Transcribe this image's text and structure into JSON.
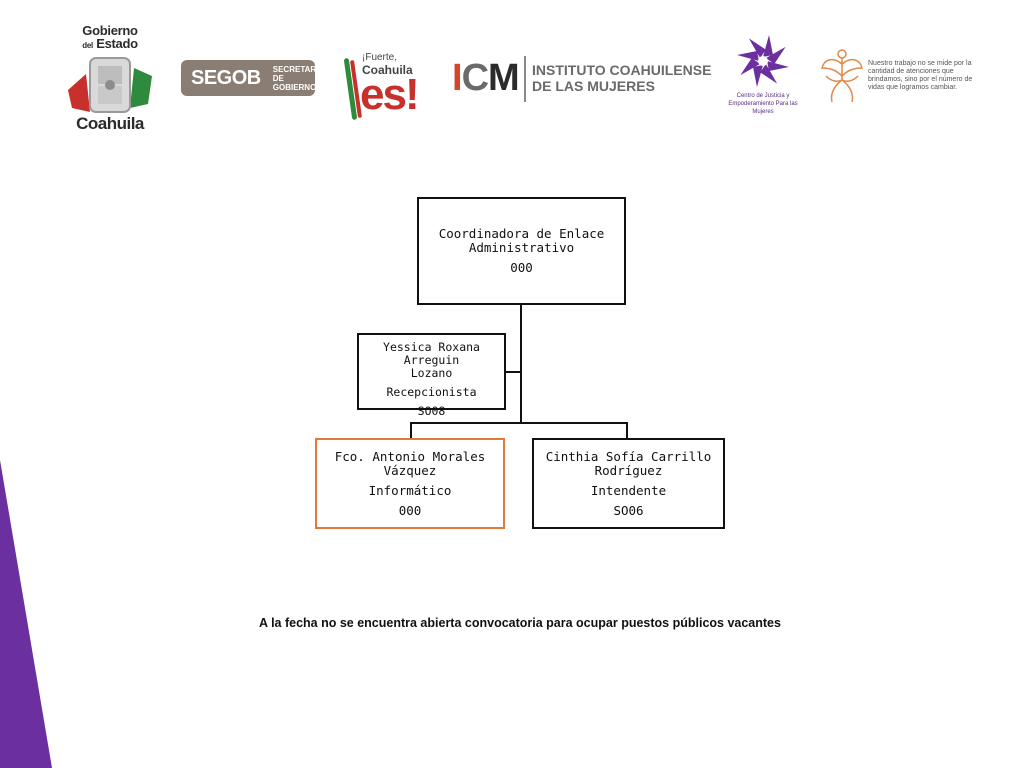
{
  "header": {
    "logos": [
      {
        "name": "gobierno-coahuila-logo",
        "line1": "Gobierno",
        "line2_small": "del",
        "line2": "Estado",
        "line3": "Coahuila"
      },
      {
        "name": "segob-logo",
        "main": "SEGOB",
        "sub_line1": "SECRETARÍA",
        "sub_line2": "DE GOBIERNO"
      },
      {
        "name": "fuerte-coahuila-logo",
        "line1": "¡Fuerte,",
        "line2": "Coahuila",
        "line3": "es!"
      },
      {
        "name": "icm-logo",
        "acronym_i": "I",
        "acronym_c": "C",
        "acronym_m": "M",
        "name_line1": "INSTITUTO COAHUILENSE",
        "name_line2": "DE LAS MUJERES"
      },
      {
        "name": "centro-justicia-logo",
        "caption": "Centro de Justicia y Empoderamiento Para las Mujeres"
      },
      {
        "name": "nuestro-trabajo-logo",
        "text": "Nuestro trabajo no se mide por la cantidad de atenciones que brindamos, sino por el número de vidas que logramos cambiar."
      }
    ],
    "colors": {
      "red": "#c8312b",
      "green": "#2e8b3e",
      "purple": "#6b2fa0",
      "orange": "#e07a3a",
      "segob_gray": "#8a7d74"
    }
  },
  "org_chart": {
    "top": {
      "title_line1": "Coordinadora de Enlace",
      "title_line2": "Administrativo",
      "code": "000"
    },
    "assistant": {
      "name_line1": "Yessica Roxana Arreguin",
      "name_line2": "Lozano",
      "role": "Recepcionista",
      "code": "SO08"
    },
    "children": [
      {
        "name_line1": "Fco. Antonio Morales",
        "name_line2": "Vázquez",
        "role": "Informático",
        "code": "000",
        "highlighted": true
      },
      {
        "name_line1": "Cinthia Sofía Carrillo",
        "name_line2": "Rodríguez",
        "role": "Intendente",
        "code": "SO06",
        "highlighted": false
      }
    ]
  },
  "footer": {
    "notice": "A la fecha no se encuentra abierta convocatoria para ocupar puestos públicos vacantes"
  }
}
